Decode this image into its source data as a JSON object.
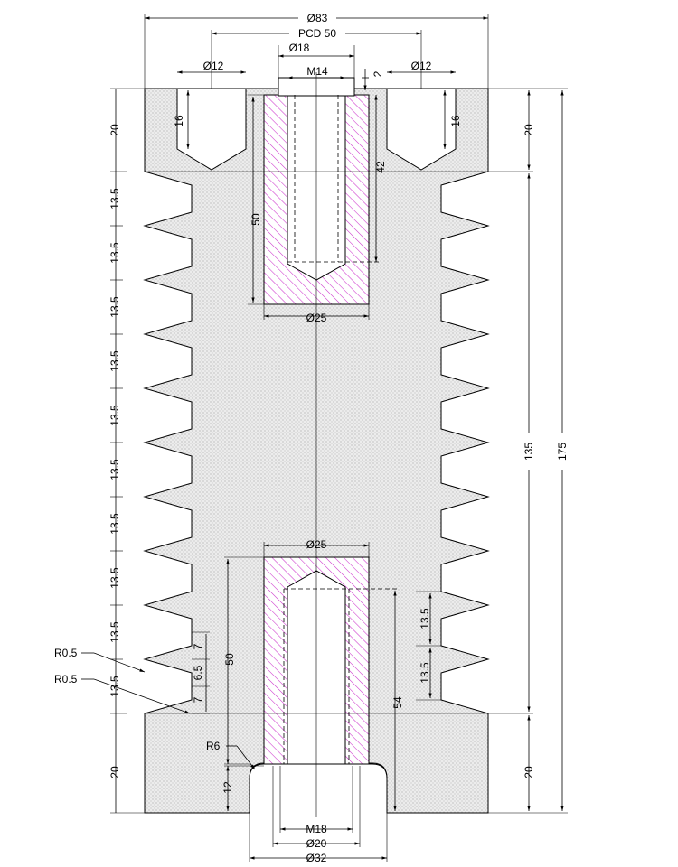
{
  "drawing": {
    "colors": {
      "body_fill": "#d9d9d9",
      "insert_hatch": "#cc33cc",
      "line": "#000000"
    },
    "top": {
      "overall_dia": "Ø83",
      "pcd": "PCD 50",
      "hole_dia": "Ø18",
      "thread": "M14",
      "chamfer": "2",
      "blind_hole_left_dia": "Ø12",
      "blind_hole_right_dia": "Ø12",
      "blind_hole_left_depth": "16",
      "blind_hole_right_depth": "16",
      "insert_dia": "Ø25",
      "insert_depth": "50",
      "thread_depth": "42"
    },
    "left_dims": {
      "cap_top": "20",
      "sheds": [
        "13.5",
        "13.5",
        "13.5",
        "13.5",
        "13.5",
        "13.5",
        "13.5",
        "13.5",
        "13.5",
        "13.5"
      ],
      "cap_bottom": "20"
    },
    "right_dims": {
      "cap_top": "20",
      "shed_zone": "135",
      "overall": "175",
      "cap_bottom": "20"
    },
    "detail": {
      "radius_a": "R0.5",
      "radius_b": "R0.5",
      "shed_lower": "7",
      "shed_mid": "6.5",
      "shed_upper": "7",
      "pitch_a": "13.5",
      "pitch_b": "13.5"
    },
    "bottom": {
      "insert_dia": "Ø25",
      "insert_depth": "50",
      "thread_depth": "54",
      "recess_radius": "R6",
      "recess_height": "12",
      "thread": "M18",
      "bore_dia": "Ø20",
      "recess_dia": "Ø32"
    }
  }
}
